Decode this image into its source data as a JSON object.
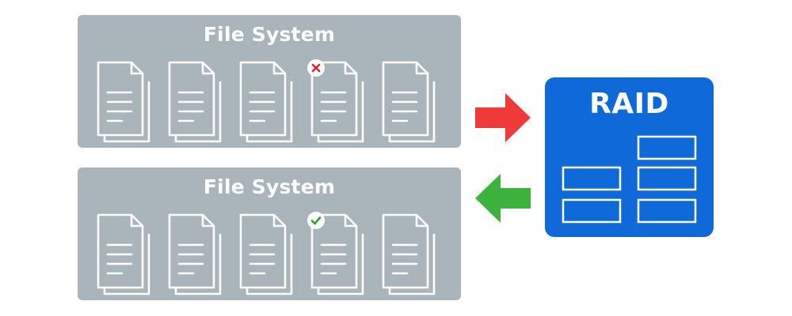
{
  "panels": [
    {
      "title": "File System",
      "files": [
        "ok",
        "ok",
        "ok",
        "corrupt",
        "ok"
      ]
    },
    {
      "title": "File System",
      "files": [
        "ok",
        "ok",
        "ok",
        "verified",
        "ok"
      ]
    }
  ],
  "raid": {
    "label": "RAID"
  },
  "colors": {
    "panel": "#aab4bb",
    "raid": "#1069d9",
    "arrow_to_raid": "#f03a3a",
    "arrow_from_raid": "#3db33d",
    "error_mark": "#e02020",
    "check_mark": "#2ea02e"
  },
  "icons": {
    "file": "document-icon",
    "error": "x-mark-icon",
    "ok": "check-mark-icon",
    "arrow_to_raid": "arrow-right-icon",
    "arrow_from_raid": "arrow-left-icon"
  }
}
